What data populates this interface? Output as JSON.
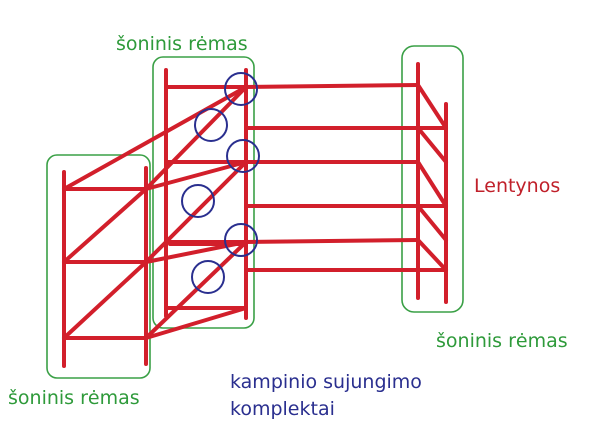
{
  "labels": {
    "side_frame_top": "šoninis rėmas",
    "side_frame_right": "šoninis rėmas",
    "side_frame_left": "šoninis rėmas",
    "shelves": "Lentynos",
    "corner_kits_line1": "kampinio sujungimo",
    "corner_kits_line2": "komplektai"
  },
  "colors": {
    "frame_red": "#d21f2b",
    "outline_green": "#3aa046",
    "circle_blue": "#2a2f8f",
    "label_green": "#2e9a3a",
    "label_red": "#c0202a",
    "label_blue": "#2a2f8f"
  }
}
